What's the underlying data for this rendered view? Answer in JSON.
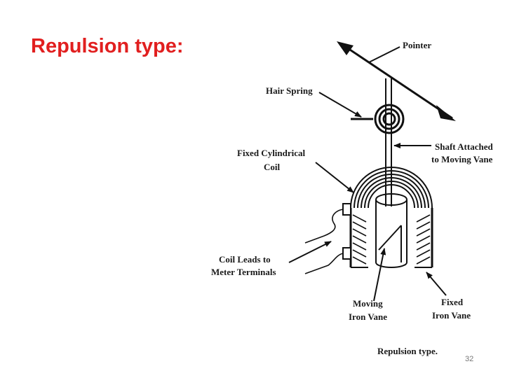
{
  "slide": {
    "title": "Repulsion type:",
    "page_number": "32"
  },
  "diagram": {
    "labels": {
      "pointer": "Pointer",
      "hair_spring": "Hair Spring",
      "shaft_line1": "Shaft Attached",
      "shaft_line2": "to Moving Vane",
      "coil_line1": "Fixed Cylindrical",
      "coil_line2": "Coil",
      "leads_line1": "Coil Leads to",
      "leads_line2": "Meter Terminals",
      "moving_vane_line1": "Moving",
      "moving_vane_line2": "Iron Vane",
      "fixed_vane_line1": "Fixed",
      "fixed_vane_line2": "Iron Vane",
      "caption": "Repulsion type."
    }
  }
}
